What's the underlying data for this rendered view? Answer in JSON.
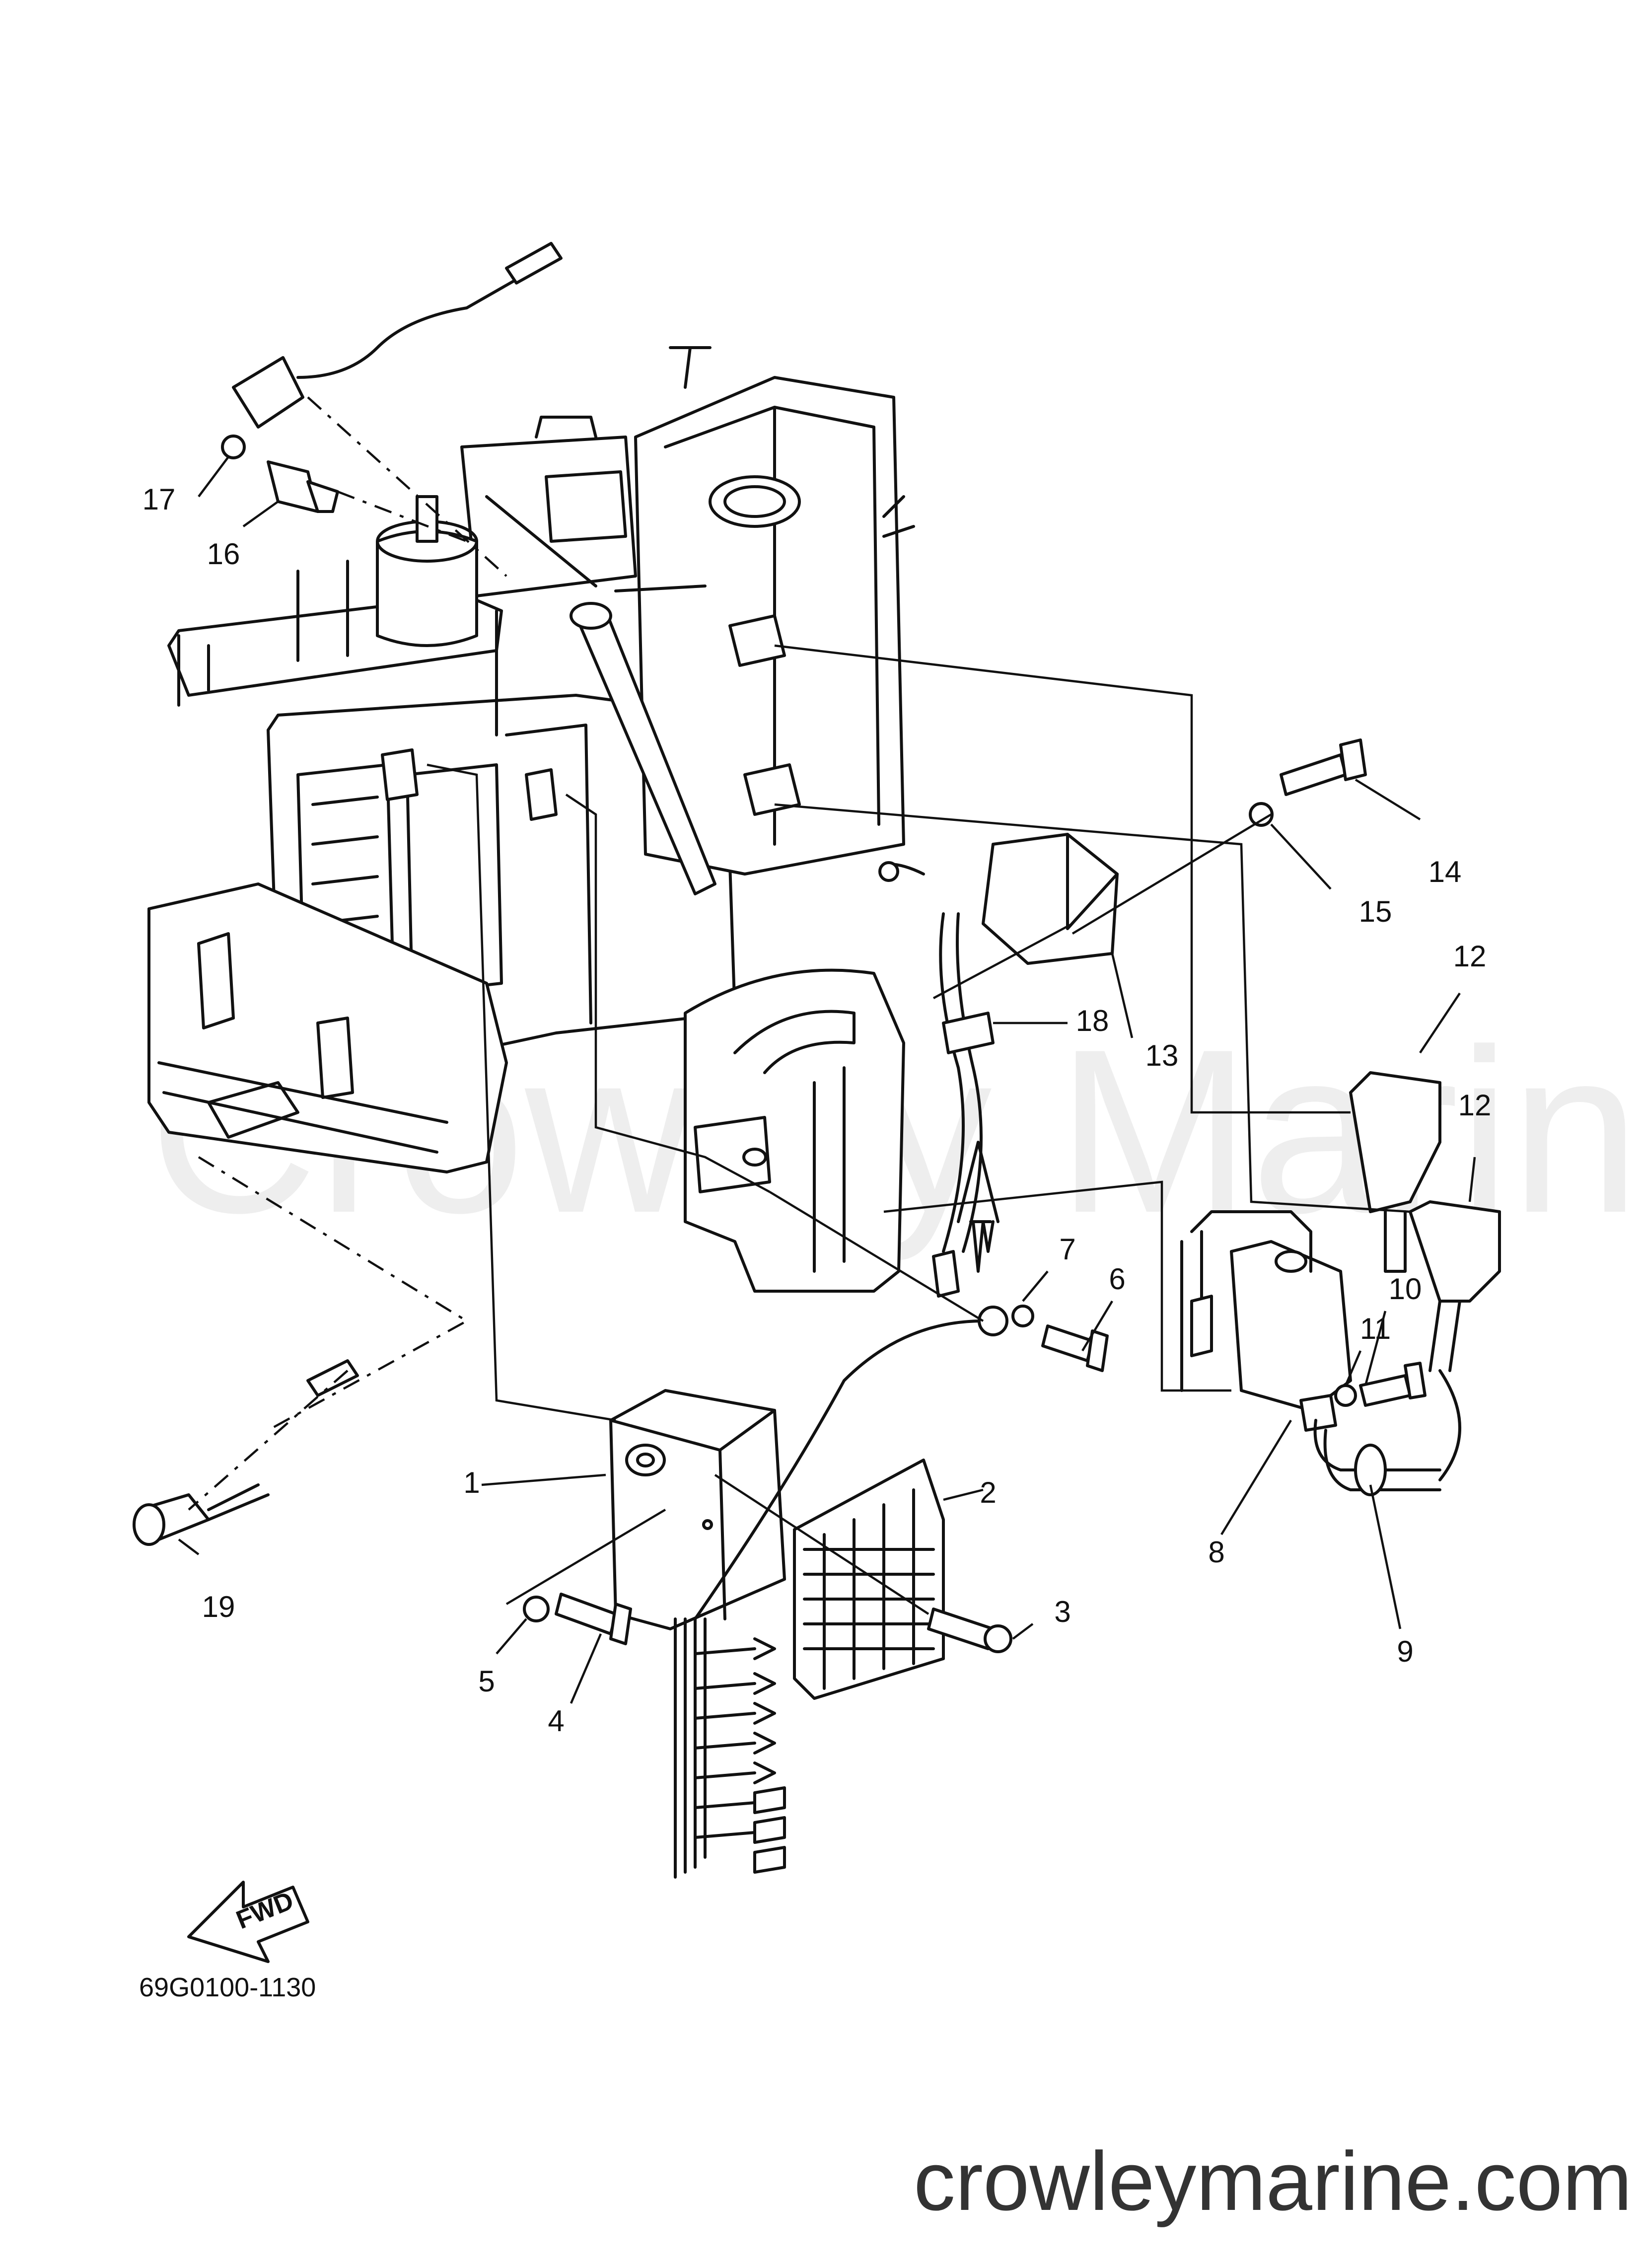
{
  "diagram": {
    "callouts": [
      "1",
      "2",
      "3",
      "4",
      "5",
      "6",
      "7",
      "8",
      "9",
      "10",
      "11",
      "12",
      "12",
      "13",
      "14",
      "15",
      "16",
      "17",
      "18",
      "19"
    ],
    "reference_code": "69G0100-1130",
    "direction_label": "FWD",
    "watermark": "Crowley Marine",
    "website": "crowleymarine.com"
  }
}
